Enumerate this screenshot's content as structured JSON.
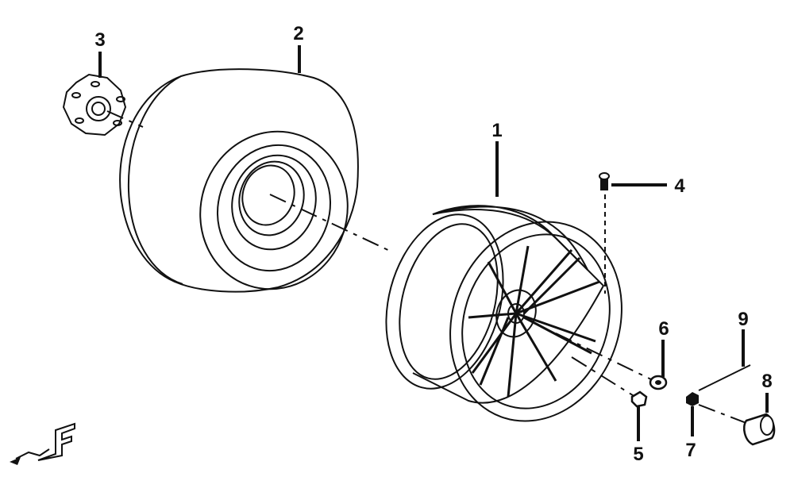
{
  "callouts": {
    "c1": "1",
    "c2": "2",
    "c3": "3",
    "c4": "4",
    "c5": "5",
    "c6": "6",
    "c7": "7",
    "c8": "8",
    "c9": "9"
  },
  "direction_marker": {
    "letter": "F",
    "icon": "front-direction-arrow-icon"
  },
  "colors": {
    "line": "#111111",
    "background": "#ffffff",
    "fill": "#ffffff"
  }
}
